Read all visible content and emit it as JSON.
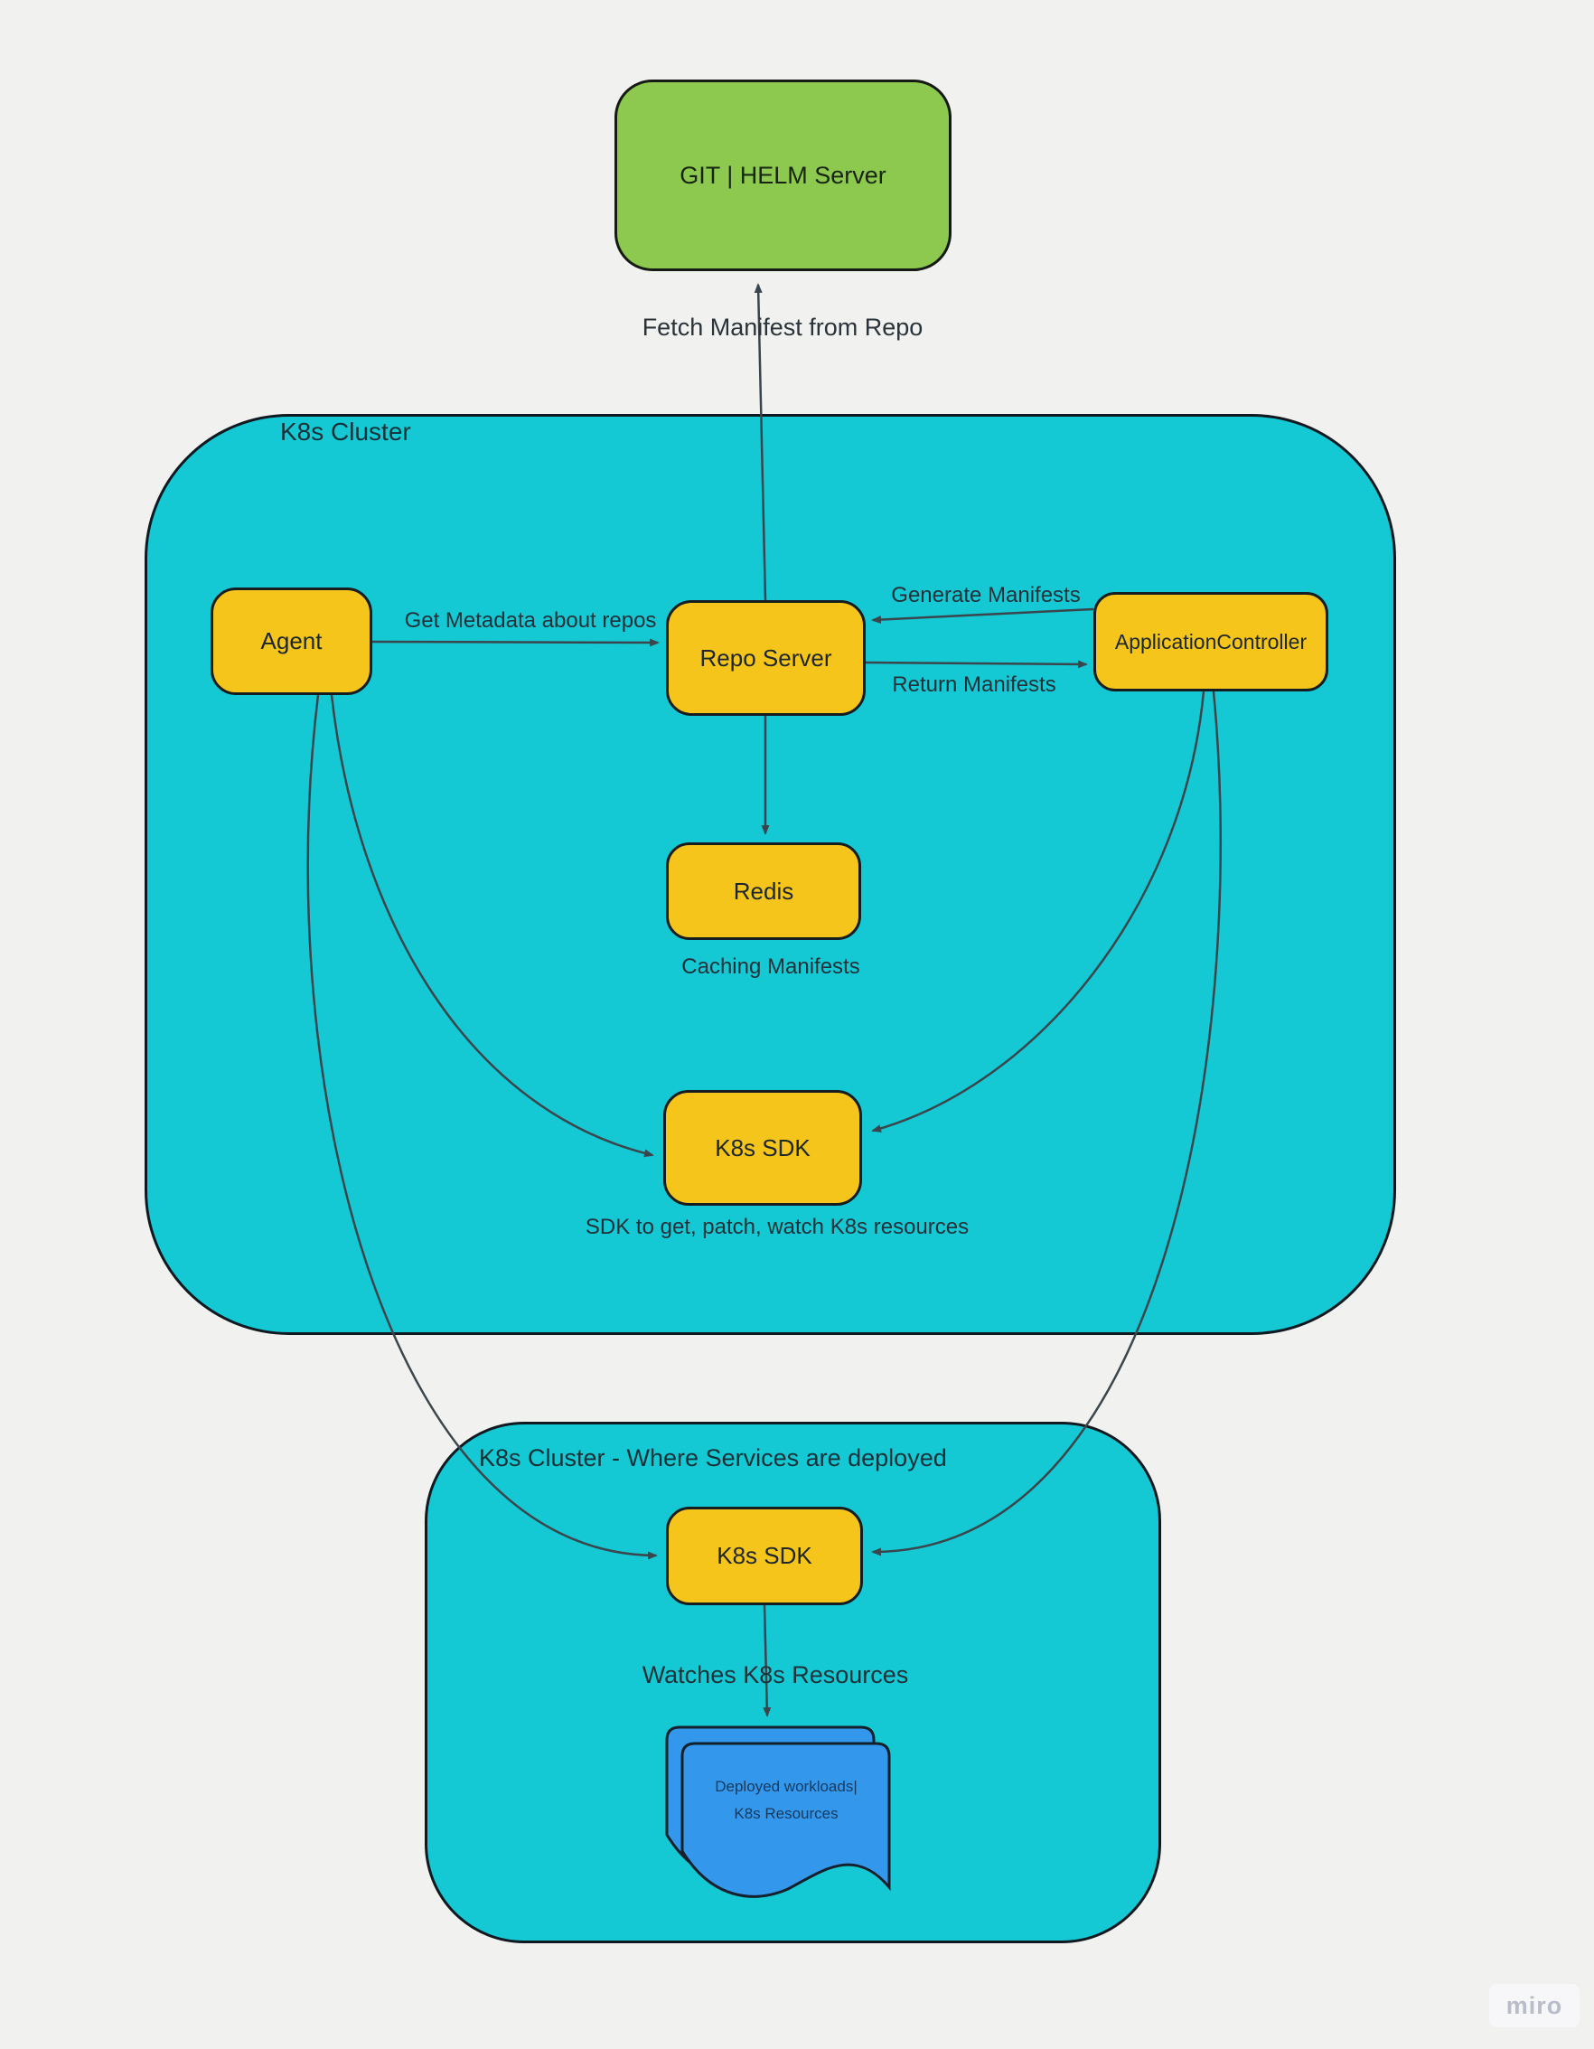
{
  "colors": {
    "bg": "#f1f1ef",
    "teal": "#14c9d4",
    "yellow": "#f5c51b",
    "green": "#8dc94f",
    "blue": "#3398ec",
    "node-border": "#161d20",
    "arrow": "#3b454c",
    "text": "#223039",
    "doc-text": "#16395d",
    "watermark-bg": "#f7f7f9",
    "watermark-text": "#b9bcc9"
  },
  "external": {
    "git_helm_server": "GIT | HELM Server"
  },
  "edges": {
    "fetch_manifest": "Fetch Manifest from Repo",
    "get_metadata": "Get Metadata about repos",
    "generate_manifests": "Generate Manifests",
    "return_manifests": "Return Manifests"
  },
  "cluster1": {
    "title": "K8s Cluster",
    "nodes": {
      "agent": "Agent",
      "repo_server": "Repo Server",
      "application_controller": "ApplicationController",
      "redis": "Redis",
      "k8s_sdk": "K8s SDK"
    },
    "captions": {
      "redis": "Caching Manifests",
      "k8s_sdk": "SDK to get, patch, watch K8s resources"
    }
  },
  "cluster2": {
    "title": "K8s Cluster - Where Services are deployed",
    "nodes": {
      "k8s_sdk": "K8s SDK"
    },
    "captions": {
      "k8s_sdk": "Watches K8s Resources"
    },
    "document": {
      "line1": "Deployed workloads|",
      "line2": "K8s Resources"
    }
  },
  "watermark": "miro"
}
